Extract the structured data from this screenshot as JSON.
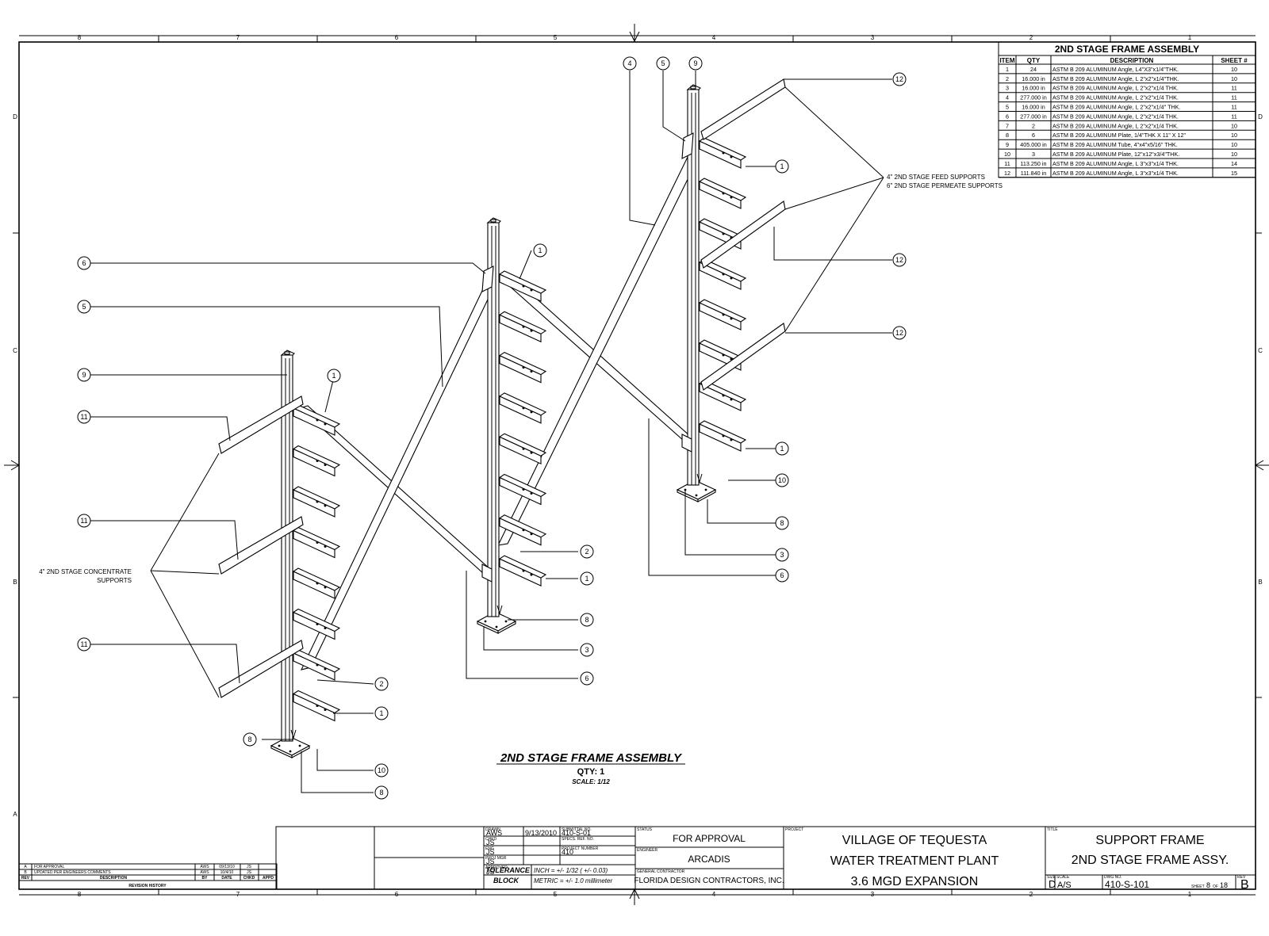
{
  "zone_columns": [
    "8",
    "7",
    "6",
    "5",
    "4",
    "3",
    "2",
    "1"
  ],
  "zone_rows": [
    "D",
    "C",
    "B",
    "A"
  ],
  "bom": {
    "title": "2ND STAGE FRAME ASSEMBLY",
    "headers": [
      "ITEM",
      "QTY",
      "DESCRIPTION",
      "SHEET #"
    ],
    "rows": [
      [
        "1",
        "24",
        "ASTM B 209 ALUMINUM Angle, L4\"X3\"x1/4\"THK.",
        "10"
      ],
      [
        "2",
        "16.000 in",
        "ASTM B 209 ALUMINUM Angle, L 2\"x2\"x1/4\"THK.",
        "10"
      ],
      [
        "3",
        "16.000 in",
        "ASTM B 209 ALUMINUM Angle, L 2\"x2\"x1/4 THK.",
        "11"
      ],
      [
        "4",
        "277.000 in",
        "ASTM B 209 ALUMINUM Angle, L 2\"x2\"x1/4 THK.",
        "11"
      ],
      [
        "5",
        "16.000 in",
        "ASTM B 209 ALUMINUM Angle, L 2\"x2\"x1/4\" THK.",
        "11"
      ],
      [
        "6",
        "277.000 in",
        "ASTM B 209 ALUMINUM Angle, L 2\"x2\"x1/4 THK.",
        "11"
      ],
      [
        "7",
        "2",
        "ASTM B 209 ALUMINUM Angle, L 2\"x2\"x1/4 THK.",
        "10"
      ],
      [
        "8",
        "6",
        "ASTM B 209 ALUMINUM Plate, 1/4\"THK X 11\" X 12\"",
        "10"
      ],
      [
        "9",
        "405.000 in",
        "ASTM B 209 ALUMINUM Tube,  4\"x4\"x5/16\" THK.",
        "10"
      ],
      [
        "10",
        "3",
        "ASTM B 209 ALUMINUM Plate, 12\"x12\"x3/4\"THK.",
        "10"
      ],
      [
        "11",
        "113.250 in",
        "ASTM B 209 ALUMINUM Angle, L 3\"x3\"x1/4 THK.",
        "14"
      ],
      [
        "12",
        "111.840 in",
        "ASTM B 209 ALUMINUM Angle, L 3\"x3\"x1/4 THK.",
        "15"
      ]
    ]
  },
  "notes": {
    "feed_line1": "4\" 2ND STAGE FEED SUPPORTS",
    "feed_line2": "6\" 2ND STAGE PERMEATE SUPPORTS",
    "conc_line1": "4\" 2ND STAGE CONCENTRATE",
    "conc_line2": "SUPPORTS"
  },
  "view_caption": {
    "title": "2ND STAGE FRAME ASSEMBLY",
    "qty": "QTY: 1",
    "scale": "SCALE: 1/12"
  },
  "balloons": [
    "1",
    "2",
    "3",
    "4",
    "5",
    "6",
    "8",
    "9",
    "10",
    "11",
    "12"
  ],
  "revisions": {
    "rows": [
      {
        "rev": "A",
        "desc": "FOR APPROVAL",
        "by": "AWS",
        "date": "09/13/10",
        "chkd": "JS",
        "appd": ""
      },
      {
        "rev": "B",
        "desc": "UPDATED PER ENGINEERS COMMENTS",
        "by": "AWS",
        "date": "10/4/10",
        "chkd": "JS",
        "appd": ""
      }
    ],
    "headers": {
      "rev": "REV",
      "desc": "DESCRIPTION",
      "by": "BY",
      "date": "DATE",
      "chkd": "CHKD",
      "appd": "APPD"
    },
    "label": "REVISION HISTORY"
  },
  "title_block": {
    "drawn_label": "DRAWN",
    "drawn": "AWS",
    "drawn_date": "9/13/2010",
    "checked_label": "CHKD",
    "checked": "JS",
    "eng_label": "ENG",
    "eng": "JS",
    "mgr_label": "PROJ MGR",
    "mgr": "JS",
    "approved_label": "APPROVED",
    "approved": "JS",
    "submittal_label": "SUBMITTAL NO.",
    "submittal": "410-S-01",
    "spec_label": "SPECS. REF. NO.",
    "project_no_label": "PROJECT NUMBER",
    "project_no": "410",
    "tolerance_label1": "TOLERANCE",
    "tolerance_label2": "BLOCK",
    "tol_inch": "INCH = +/- 1/32 ( +/- 0.03)",
    "tol_metric": "METRIC = +/- 1.0 millimeter",
    "status_label": "STATUS",
    "status": "FOR APPROVAL",
    "engineer_label": "ENGINEER",
    "engineer": "ARCADIS",
    "gc_label": "GENERAL CONTRACTOR",
    "gc": "FLORIDA DESIGN CONTRACTORS, INC.",
    "project_label": "PROJECT",
    "project_line1": "VILLAGE OF TEQUESTA",
    "project_line2": "WATER TREATMENT PLANT",
    "project_line3": "3.6 MGD EXPANSION",
    "title_label": "TITLE",
    "title_line1": "SUPPORT FRAME",
    "title_line2": "2ND STAGE FRAME ASSY.",
    "size_label": "SIZE",
    "size": "D",
    "scale_label": "SCALE",
    "scale": "A/S",
    "dwg_label": "DWG NO.",
    "dwg_no": "410-S-101",
    "sheet_label": "SHEET",
    "sheet": "8",
    "of_label": "OF",
    "sheets": "18",
    "rev_label": "REV",
    "rev": "B"
  }
}
